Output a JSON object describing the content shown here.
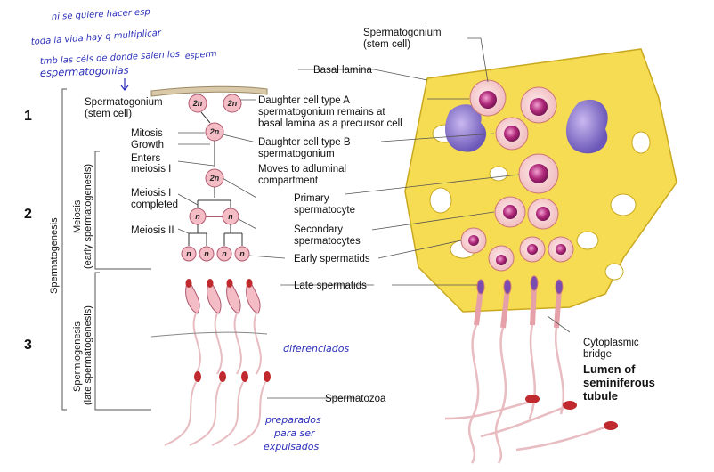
{
  "notes": {
    "top_line1": "ni se quiere hacer esp",
    "top_line2": "toda la vida hay q multiplicar",
    "top_line3": "tmb las céls de donde salen los",
    "top_line3b": "esperm",
    "top_line4": "espermatogonias",
    "mid": "diferenciados",
    "bottom_line1": "preparados",
    "bottom_line2": "para ser",
    "bottom_line3": "expulsados"
  },
  "stage_numbers": [
    "1",
    "2",
    "3"
  ],
  "vertical_labels": {
    "spermatogenesis": "Spermatogenesis",
    "meiosis": "Meiosis",
    "meiosis_sub": "(early spermatogenesis)",
    "spermiogenesis": "Spermiogenesis",
    "spermiogenesis_sub": "(late spermatogenesis)"
  },
  "left_labels": {
    "spermatogonium": "Spermatogonium",
    "stem_cell": "(stem cell)",
    "mitosis": "Mitosis",
    "growth": "Growth",
    "enters": "Enters",
    "meiosis_i": "meiosis I",
    "meiosis_i_done1": "Meiosis I",
    "meiosis_i_done2": "completed",
    "meiosis_ii": "Meiosis II"
  },
  "cell_ploidy": {
    "diploid": "2n",
    "haploid": "n"
  },
  "center_labels": {
    "basal_lamina": "Basal lamina",
    "daughter_a1": "Daughter cell type A",
    "daughter_a2": "spermatogonium remains at",
    "daughter_a3": "basal lamina as a precursor cell",
    "daughter_b1": "Daughter cell type B",
    "daughter_b2": "spermatogonium",
    "moves1": "Moves to adluminal",
    "moves2": "compartment",
    "primary1": "Primary",
    "primary2": "spermatocyte",
    "secondary1": "Secondary",
    "secondary2": "spermatocytes",
    "early": "Early  spermatids",
    "late": "Late spermatids",
    "spermatozoa": "Spermatozoa"
  },
  "right_labels": {
    "stem1": "Spermatogonium",
    "stem2": "(stem cell)",
    "bridge1": "Cytoplasmic",
    "bridge2": "bridge",
    "lumen1": "Lumen of",
    "lumen2": "seminiferous",
    "lumen3": "tubule"
  },
  "colors": {
    "sertoli": "#f6dc52",
    "cell_fill": "#f7c9c9",
    "nucleus": "#b0297a",
    "note_ink": "#2b2fb8"
  }
}
